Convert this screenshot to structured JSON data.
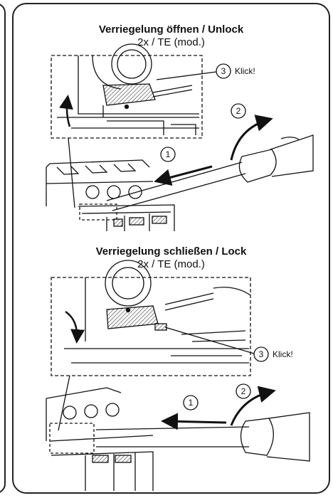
{
  "sections": [
    {
      "title": "Verriegelung öffnen / Unlock",
      "subtitle": "2x / TE (mod.)",
      "callouts": {
        "step1": "1",
        "step2": "2",
        "step3": "3"
      },
      "klick": "Klick!"
    },
    {
      "title": "Verriegelung schließen / Lock",
      "subtitle": "2x / TE (mod.)",
      "callouts": {
        "step1": "1",
        "step2": "2",
        "step3": "3"
      },
      "klick": "Klick!"
    }
  ],
  "colors": {
    "line": "#111111",
    "hatch": "#555555",
    "background": "#ffffff"
  }
}
